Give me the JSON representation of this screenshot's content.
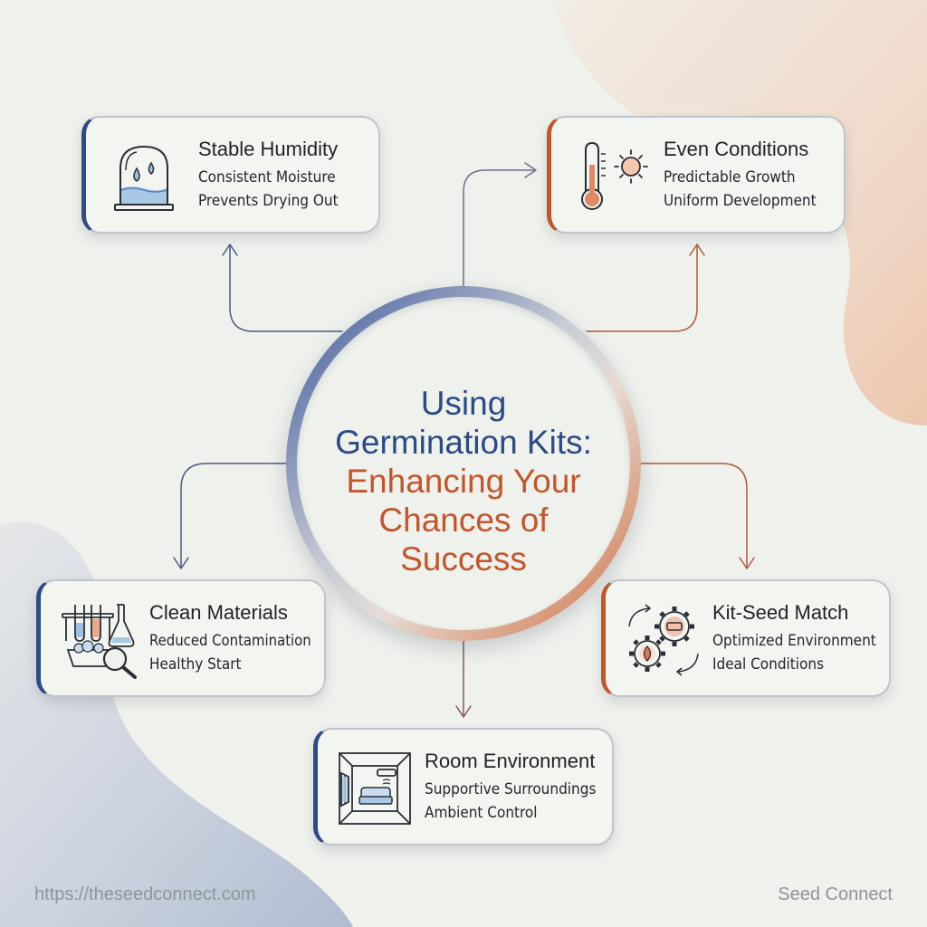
{
  "colors": {
    "background": "#eef1ec",
    "accent_blue": "#2f4a88",
    "accent_orange": "#c0562a",
    "connector_blue": "#4a5a86",
    "connector_orange": "#b05a38"
  },
  "center": {
    "title_blue": [
      "Using",
      "Germination Kits:"
    ],
    "title_orange": [
      "Enhancing Your",
      "Chances of",
      "Success"
    ]
  },
  "cards": {
    "stable_humidity": {
      "icon": "humidity-dome-icon",
      "title": "Stable Humidity",
      "lines": [
        "Consistent Moisture",
        "Prevents Drying Out"
      ]
    },
    "even_conditions": {
      "icon": "thermometer-sun-icon",
      "title": "Even Conditions",
      "lines": [
        "Predictable Growth",
        "Uniform Development"
      ]
    },
    "clean_materials": {
      "icon": "lab-glassware-icon",
      "title": "Clean Materials",
      "lines": [
        "Reduced Contamination",
        "Healthy Start"
      ]
    },
    "kit_seed_match": {
      "icon": "gears-seed-icon",
      "title": "Kit-Seed Match",
      "lines": [
        "Optimized Environment",
        "Ideal Conditions"
      ]
    },
    "room_environment": {
      "icon": "room-interior-icon",
      "title": "Room Environment",
      "lines": [
        "Supportive Surroundings",
        "Ambient Control"
      ]
    }
  },
  "footer": {
    "url": "https://theseedconnect.com",
    "brand": "Seed Connect"
  }
}
